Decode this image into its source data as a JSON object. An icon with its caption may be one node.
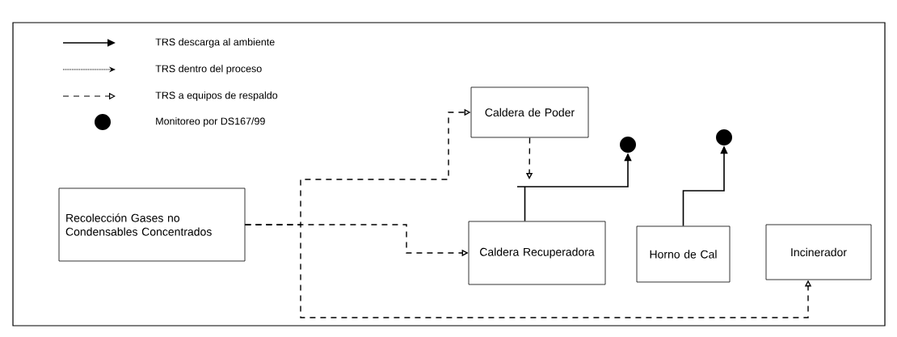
{
  "diagram": {
    "nodes": [
      {
        "text": [
          "Recolección Gases no Condensables Concentrados"
        ]
      },
      {
        "text": [
          "Caldera de Poder"
        ]
      },
      {
        "text": [
          "Caldera Recuperadora"
        ]
      },
      {
        "text": [
          "Horno de Cal"
        ]
      },
      {
        "text": [
          "Incinerador"
        ]
      },
      {
        "text": [],
        "shape": "circle"
      },
      {
        "text": [],
        "shape": "circle"
      }
    ],
    "edges": [
      {
        "from": 0,
        "to": 1,
        "arrow": "to",
        "style": "dashed"
      },
      {
        "from": 0,
        "to": 2,
        "arrow": "to",
        "style": "dashed"
      },
      {
        "from": 0,
        "to": 4,
        "arrow": "to",
        "style": "dashed"
      },
      {
        "from": 1,
        "to": null,
        "arrow": "to",
        "style": "dashed"
      },
      {
        "from": 2,
        "to": 5,
        "arrow": "to"
      },
      {
        "from": 3,
        "to": 6,
        "arrow": "to"
      }
    ],
    "legend": [
      {
        "text": "TRS descarga al ambiente"
      },
      {
        "text": "TRS dentro del proceso"
      },
      {
        "text": "TRS a equipos de respaldo"
      },
      {
        "text": "Monitoreo por DS167/99"
      }
    ]
  }
}
